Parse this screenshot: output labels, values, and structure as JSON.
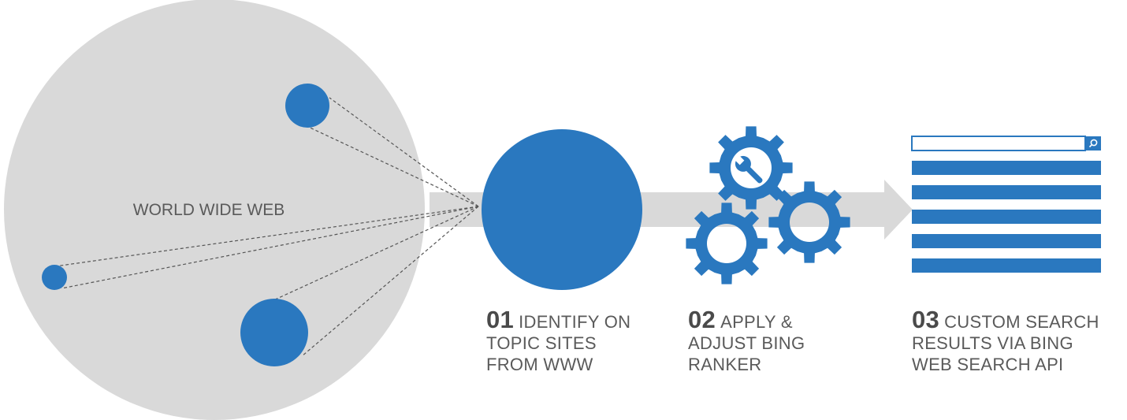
{
  "web_label": "WORLD WIDE WEB",
  "steps": [
    {
      "number": "01",
      "lines": [
        "IDENTIFY ON",
        "TOPIC SITES",
        "FROM WWW"
      ]
    },
    {
      "number": "02",
      "lines": [
        "APPLY &",
        "ADJUST BING",
        "RANKER"
      ]
    },
    {
      "number": "03",
      "lines": [
        "CUSTOM SEARCH",
        "RESULTS VIA BING",
        "WEB SEARCH API"
      ]
    }
  ],
  "icons": {
    "gears": "gear-icon",
    "wrench": "wrench-icon",
    "search": "search-icon"
  },
  "colors": {
    "accent": "#2a78bf",
    "web_circle": "#d9d9d9",
    "arrow": "#d9d9d9",
    "text": "#5a5a5a"
  }
}
